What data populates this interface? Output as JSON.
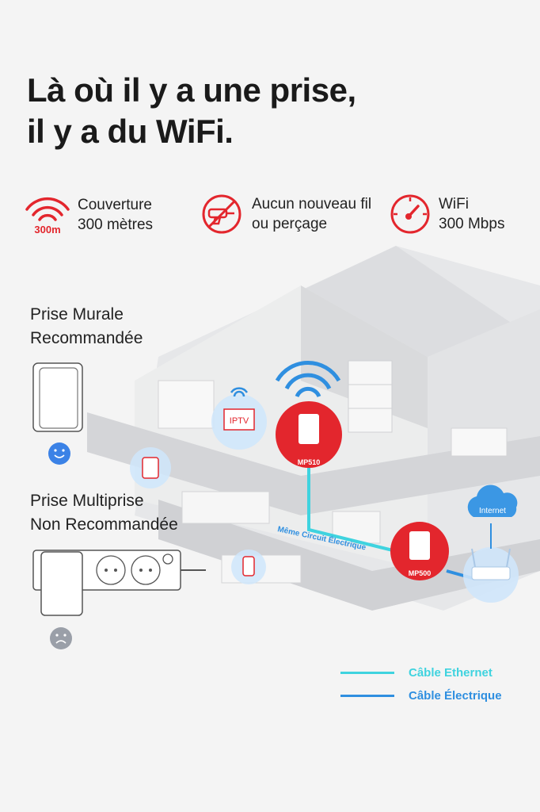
{
  "headline": {
    "line1": "Là où il y a une prise,",
    "line2": "il y a du WiFi."
  },
  "features": [
    {
      "icon": "coverage-icon",
      "badge": "300m",
      "line1": "Couverture",
      "line2": "300 mètres"
    },
    {
      "icon": "no-drill-icon",
      "line1": "Aucun nouveau fil",
      "line2": "ou perçage"
    },
    {
      "icon": "speed-gauge-icon",
      "line1": "WiFi",
      "line2": "300 Mbps"
    }
  ],
  "wall_socket": {
    "line1": "Prise Murale",
    "line2": "Recommandée"
  },
  "power_strip": {
    "line1": "Prise Multiprise",
    "line2": "Non Recommandée"
  },
  "devices": {
    "iptv": "IPTV",
    "extender": "MP510",
    "adapter": "MP500",
    "internet": "Internet",
    "circuit": "Même Circuit Électrique"
  },
  "legend": {
    "ethernet": "Câble Ethernet",
    "electric": "Câble Électrique"
  },
  "colors": {
    "brand_red": "#e3262d",
    "ethernet": "#3fd3df",
    "electric": "#2f8fe0"
  }
}
